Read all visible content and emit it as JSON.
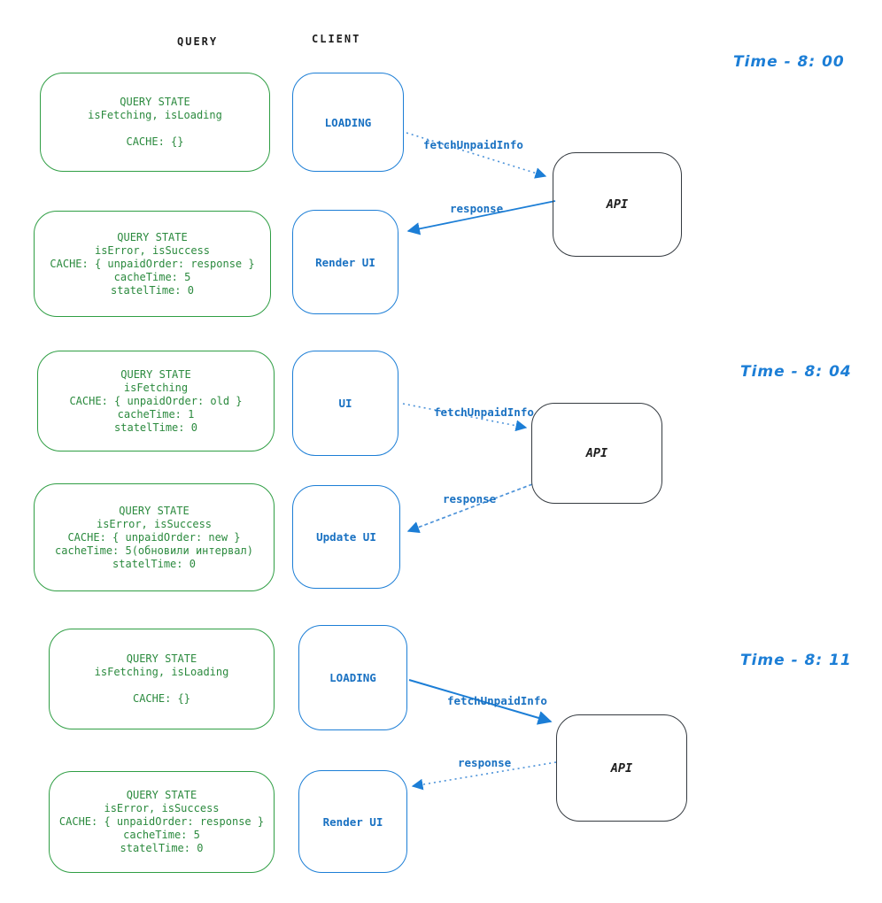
{
  "headers": {
    "query": "QUERY",
    "client": "CLIENT"
  },
  "sections": [
    {
      "time": "Time - 8: 00",
      "state_before": [
        "QUERY STATE",
        "isFetching, isLoading",
        "",
        "CACHE: {}"
      ],
      "client_before": "LOADING",
      "request_label": "fetchUnpaidInfo",
      "api_label": "API",
      "response_label": "response",
      "state_after": [
        "QUERY STATE",
        "isError, isSuccess",
        "CACHE: { unpaidOrder: response }",
        "cacheTime: 5",
        "statelTime: 0"
      ],
      "client_after": "Render UI"
    },
    {
      "time": "Time - 8: 04",
      "state_before": [
        "QUERY STATE",
        "isFetching",
        "CACHE: { unpaidOrder: old }",
        "cacheTime: 1",
        "statelTime: 0"
      ],
      "client_before": "UI",
      "request_label": "fetchUnpaidInfo",
      "api_label": "API",
      "response_label": "response",
      "state_after": [
        "QUERY STATE",
        "isError, isSuccess",
        "CACHE: { unpaidOrder: new }",
        "cacheTime: 5(обновили интервал)",
        "statelTime: 0"
      ],
      "client_after": "Update UI"
    },
    {
      "time": "Time - 8: 11",
      "state_before": [
        "QUERY STATE",
        "isFetching, isLoading",
        "",
        "CACHE: {}"
      ],
      "client_before": "LOADING",
      "request_label": "fetchUnpaidInfo",
      "api_label": "API",
      "response_label": "response",
      "state_after": [
        "QUERY STATE",
        "isError, isSuccess",
        "CACHE: { unpaidOrder: response }",
        "cacheTime: 5",
        "statelTime: 0"
      ],
      "client_after": "Render UI"
    }
  ],
  "colors": {
    "green": "#2f9e44",
    "blue": "#1c7ed6",
    "black": "#343a40"
  }
}
